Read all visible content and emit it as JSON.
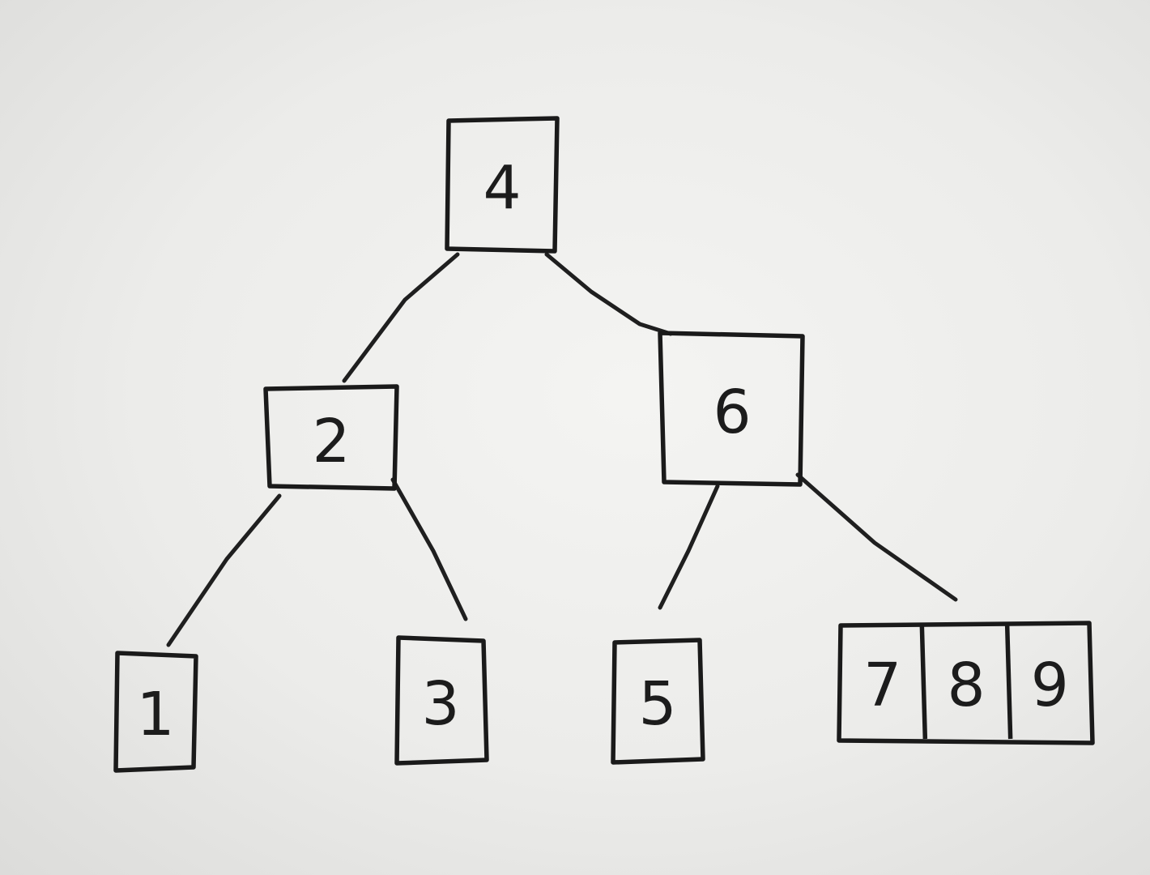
{
  "tree": {
    "nodes": [
      {
        "id": "n4",
        "keys": [
          "4"
        ]
      },
      {
        "id": "n2",
        "keys": [
          "2"
        ]
      },
      {
        "id": "n6",
        "keys": [
          "6"
        ]
      },
      {
        "id": "n1",
        "keys": [
          "1"
        ]
      },
      {
        "id": "n3",
        "keys": [
          "3"
        ]
      },
      {
        "id": "n5",
        "keys": [
          "5"
        ]
      },
      {
        "id": "n789",
        "keys": [
          "7",
          "8",
          "9"
        ]
      }
    ],
    "edges": [
      {
        "from": "n4",
        "to": "n2"
      },
      {
        "from": "n4",
        "to": "n6"
      },
      {
        "from": "n2",
        "to": "n1"
      },
      {
        "from": "n2",
        "to": "n3"
      },
      {
        "from": "n6",
        "to": "n5"
      },
      {
        "from": "n6",
        "to": "n789"
      }
    ],
    "colors": {
      "ink": "#1c1c1c",
      "paper": "#ececea"
    }
  }
}
